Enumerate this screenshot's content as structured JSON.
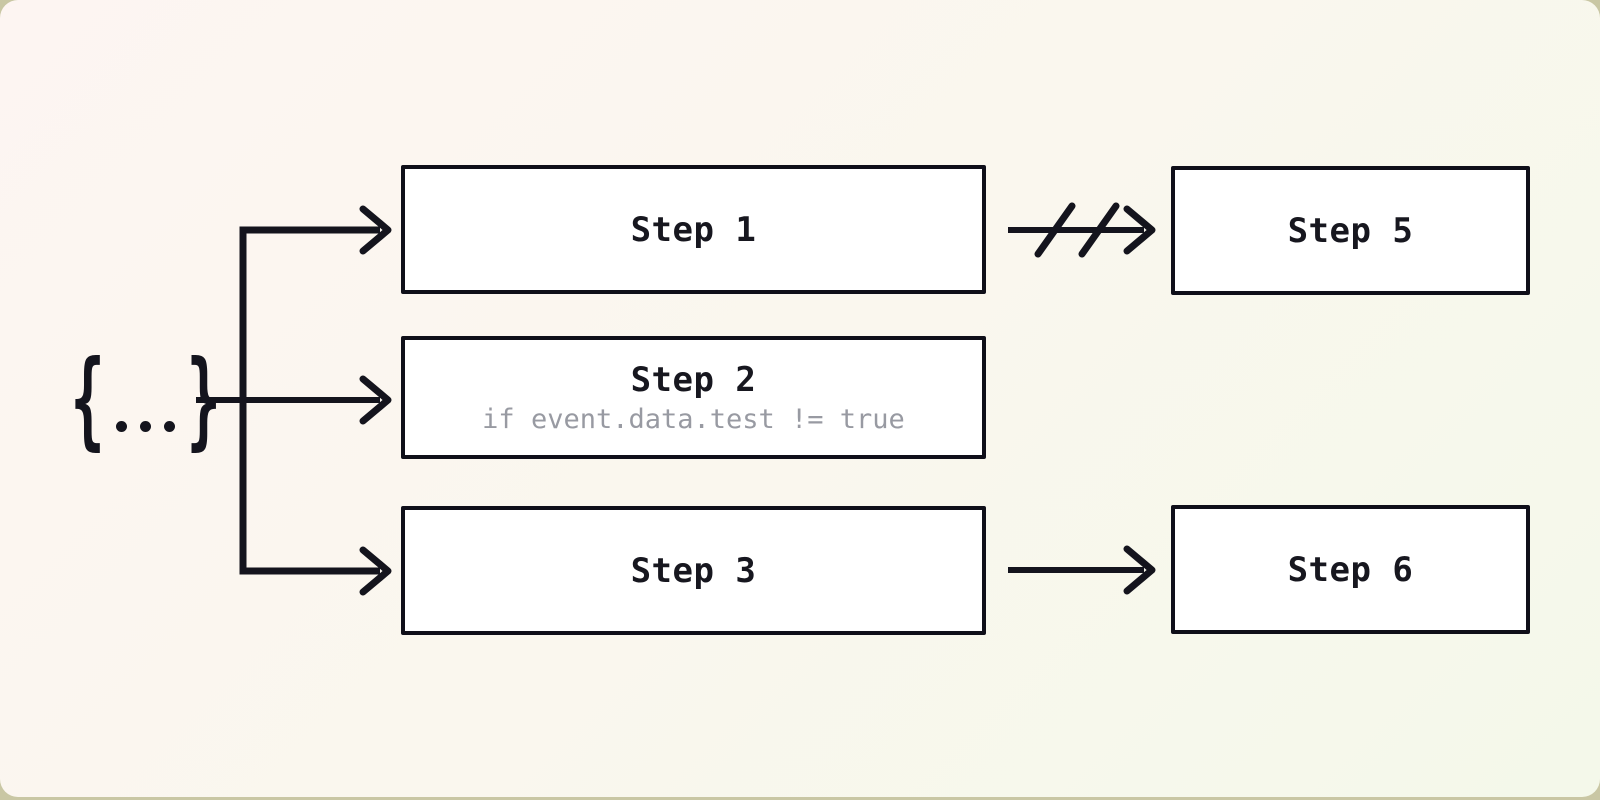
{
  "colors": {
    "page_bg": "#c9c7a4",
    "card_gradient_a": "#fdf5f2",
    "card_gradient_b": "#faf7ee",
    "card_gradient_c": "#f4f8ea",
    "line": "#14141d",
    "box_border": "#0f0f19",
    "box_bg": "#ffffff",
    "title_text": "#17171f",
    "condition_text": "#989aa2"
  },
  "source_icon": {
    "left_brace": "{",
    "right_brace": "}"
  },
  "nodes": {
    "step1": {
      "label": "Step 1"
    },
    "step2": {
      "label": "Step 2",
      "condition": "if event.data.test != true"
    },
    "step3": {
      "label": "Step 3"
    },
    "step5": {
      "label": "Step 5"
    },
    "step6": {
      "label": "Step 6"
    }
  },
  "edges": [
    {
      "from": "event-source",
      "to": "step1",
      "style": "arrow"
    },
    {
      "from": "event-source",
      "to": "step2",
      "style": "arrow"
    },
    {
      "from": "event-source",
      "to": "step3",
      "style": "arrow"
    },
    {
      "from": "step1",
      "to": "step5",
      "style": "arrow-double-slash-cancelled"
    },
    {
      "from": "step3",
      "to": "step6",
      "style": "arrow"
    }
  ]
}
